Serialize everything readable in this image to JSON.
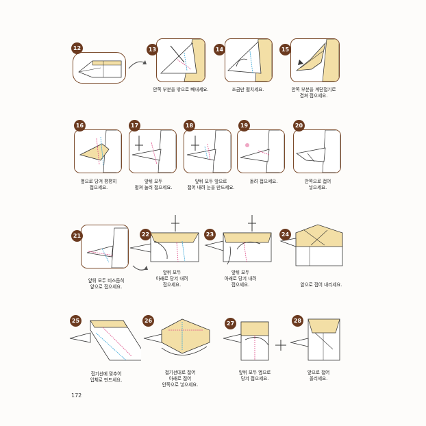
{
  "page_number": "172",
  "colors": {
    "paper": "#f3dfa6",
    "frame": "#7a4a2a",
    "badge": "#6b3a1f",
    "guide_red": "#e0508a",
    "guide_blue": "#3aa7d8"
  },
  "steps": [
    {
      "num": "12",
      "caption": ""
    },
    {
      "num": "13",
      "caption": "안쪽 부분을 밖으로 빼내세요."
    },
    {
      "num": "14",
      "caption": "조금만 펼치세요."
    },
    {
      "num": "15",
      "caption": "안쪽 부분을 계단접기로\n겹쳐 접으세요."
    },
    {
      "num": "16",
      "caption": "옆으로 당겨 평평히\n접으세요."
    },
    {
      "num": "17",
      "caption": "앞뒤 모두\n펼쳐 눌러 접으세요."
    },
    {
      "num": "18",
      "caption": "앞뒤 모두 앞으로\n접어 내려 눈을 만드세요."
    },
    {
      "num": "19",
      "caption": "돌려 접으세요."
    },
    {
      "num": "20",
      "caption": "안쪽으로 접어\n넣으세요."
    },
    {
      "num": "21",
      "caption": "앞뒤 모두 비스듬히\n앞으로 접으세요."
    },
    {
      "num": "22",
      "caption": "앞뒤 모두\n아래로 당겨 내려\n접으세요."
    },
    {
      "num": "23",
      "caption": "앞뒤 모두\n아래로 당겨 내려\n접으세요."
    },
    {
      "num": "24",
      "caption": "앞으로 접어 내리세요."
    },
    {
      "num": "25",
      "caption": "접기선에 맞추어\n입체로 만드세요."
    },
    {
      "num": "26",
      "caption": "접기선대로 접어\n아래로 접어\n안쪽으로 넣으세요."
    },
    {
      "num": "27",
      "caption": "앞뒤 모두 옆으로\n당겨 접으세요."
    },
    {
      "num": "28",
      "caption": "앞으로 접어\n올리세요."
    }
  ]
}
